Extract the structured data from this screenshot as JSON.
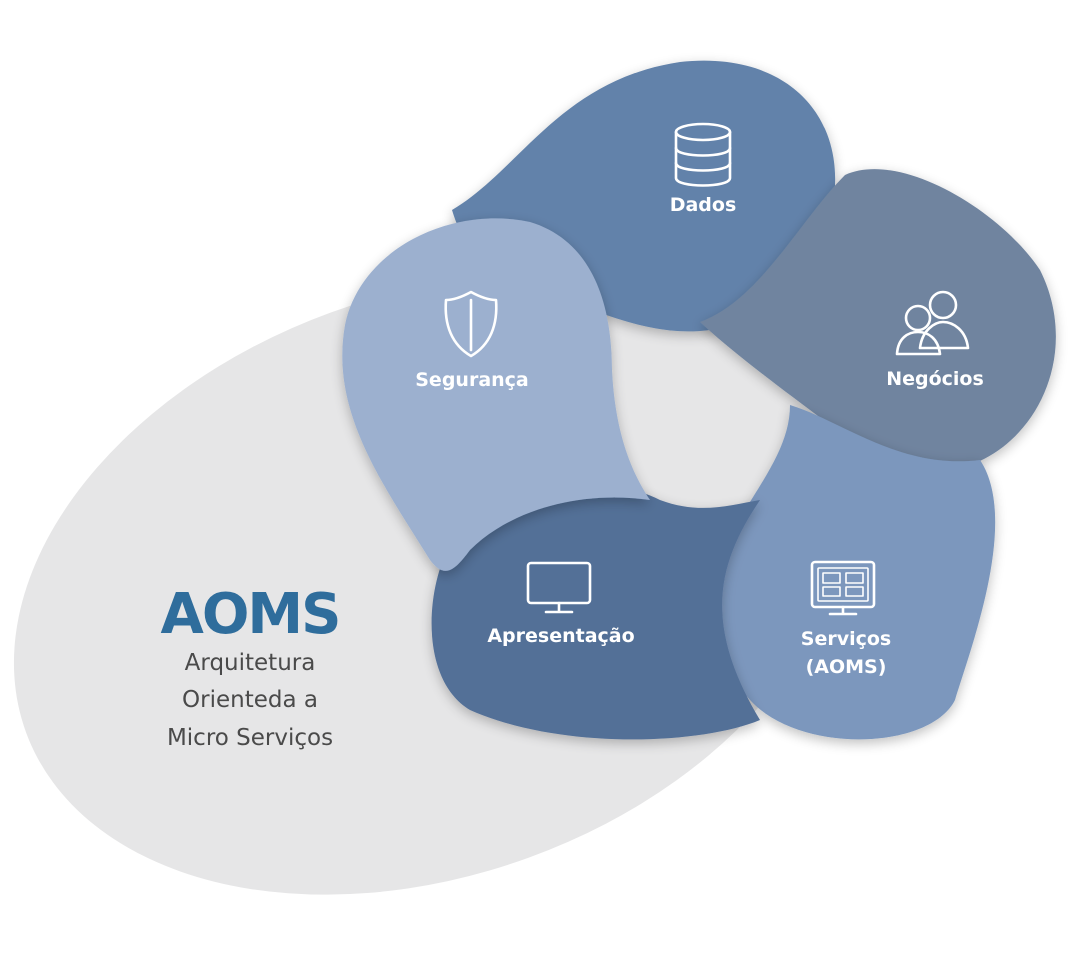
{
  "title": {
    "acronym": "AOMS",
    "subtitle_lines": [
      "Arquitetura",
      "Orienteda a",
      "Micro Serviços"
    ]
  },
  "modules": {
    "dados": {
      "label": "Dados",
      "icon": "database-icon",
      "color": "#6282aa"
    },
    "negocios": {
      "label": "Negócios",
      "icon": "people-icon",
      "color": "#70849f"
    },
    "servicos": {
      "label_lines": [
        "Serviços",
        "(AOMS)"
      ],
      "icon": "dashboard-monitor-icon",
      "color": "#7b97bd"
    },
    "apresentacao": {
      "label": "Apresentação",
      "icon": "monitor-icon",
      "color": "#536f97"
    },
    "seguranca": {
      "label": "Segurança",
      "icon": "shield-icon",
      "color": "#9cb0cf"
    }
  },
  "colors": {
    "background_ellipse": "#e6e6e7",
    "title_blue": "#2f6d9c",
    "subtitle_gray": "#4a4a4a"
  }
}
